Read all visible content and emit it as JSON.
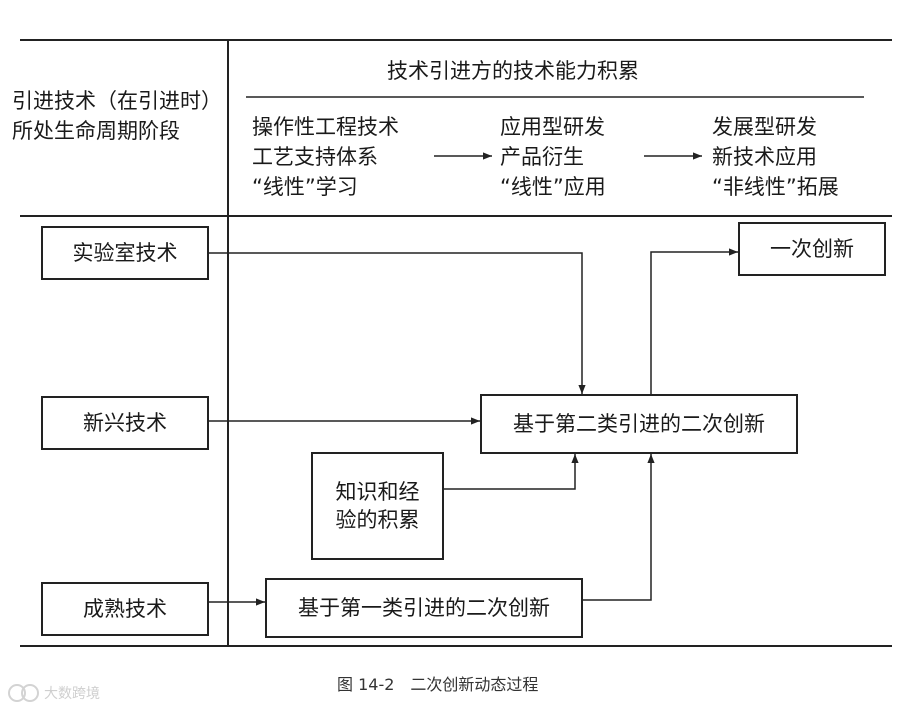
{
  "header": {
    "left_label_line1": "引进技术（在引进时）",
    "left_label_line2": "所处生命周期阶段",
    "right_title": "技术引进方的技术能力积累",
    "stage1": [
      "操作性工程技术",
      "工艺支持体系",
      "“线性”学习"
    ],
    "stage2": [
      "应用型研发",
      "产品衍生",
      "“线性”应用"
    ],
    "stage3": [
      "发展型研发",
      "新技术应用",
      "“非线性”拓展"
    ]
  },
  "nodes": {
    "lab_tech": "实验室技术",
    "emerging_tech": "新兴技术",
    "mature_tech": "成熟技术",
    "knowledge": [
      "知识和经",
      "验的积累"
    ],
    "second_innov_type2": "基于第二类引进的二次创新",
    "second_innov_type1": "基于第一类引进的二次创新",
    "first_innov": "一次创新"
  },
  "caption": "图 14-2　二次创新动态过程",
  "watermark": "大数跨境"
}
